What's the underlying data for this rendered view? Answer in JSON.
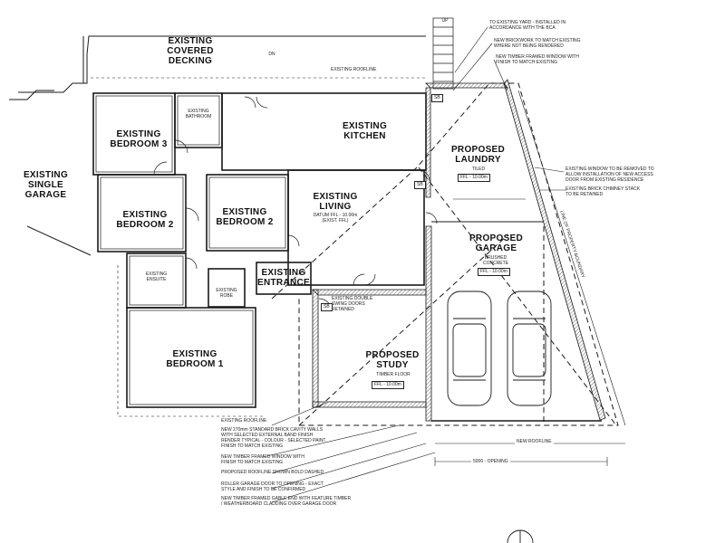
{
  "rooms": {
    "covered_decking": "EXISTING\nCOVERED\nDECKING",
    "single_garage": "EXISTING\nSINGLE\nGARAGE",
    "bedroom3": "EXISTING\nBEDROOM 3",
    "bathroom": "EXISTING\nBATHROOM",
    "kitchen": "EXISTING\nKITCHEN",
    "laundry": "PROPOSED\nLAUNDRY",
    "bedroom2_left": "EXISTING\nBEDROOM 2",
    "bedroom2_right": "EXISTING\nBEDROOM 2",
    "living": "EXISTING\nLIVING",
    "garage": "PROPOSED\nGARAGE",
    "ensuite": "EXISTING\nENSUITE",
    "robe": "EXISTING\nROBE",
    "entrance": "EXISTING\nENTRANCE",
    "study": "PROPOSED\nSTUDY",
    "bedroom1": "EXISTING\nBEDROOM 1"
  },
  "sublabels": {
    "laundry_floor": "TILED",
    "laundry_ffl": "FFL - 10.00m",
    "living_datum": "DATUM FFL - 10.00m\n(EXIST. FFL)",
    "garage_floor": "BRUSHED\nCONCRETE",
    "garage_ffl": "FFL - 10.00m",
    "study_floor": "TIMBER FLOOR",
    "study_ffl": "FFL - 10.00m",
    "dn": "DN",
    "up": "UP",
    "sb1": "SB",
    "sb2": "SB",
    "sb3": "SB",
    "double_doors": "EXISTING DOUBLE\nSWING DOORS\nRETAINED"
  },
  "notes": {
    "top_1": "TO EXISTING YARD - INSTALLED IN\nACCORDANCE WITH THE BCA",
    "top_2": "NEW BRICKWORK TO MATCH EXISTING\nWHERE NOT BEING RENDERED",
    "top_3": "NEW TIMBER FRAMED WINDOW WITH\nFINISH TO MATCH EXISTING",
    "existing_roofline_top": "EXISTING ROOFLINE",
    "right_1": "EXISTING WINDOW TO BE REMOVED TO\nALLOW INSTALLATION OF NEW ACCESS\nDOOR FROM EXISTING RESIDENCE",
    "right_2": "EXISTING BRICK CHIMNEY STACK\nTO BE RETAINED",
    "boundary": "LINE OF PROPERTY BOUNDARY",
    "existing_roofline_bottom": "EXISTING ROOFLINE",
    "bottom_1": "NEW 270mm STANDARD BRICK CAVITY WALLS\nWITH SELECTED EXTERNAL BAND FINISH\nRENDER TYPICAL - COLOUR - SELECTED PAINT\nFINISH TO MATCH EXISTING",
    "bottom_2": "NEW TIMBER FRAMED WINDOW WITH\nFINISH TO MATCH EXISTING",
    "bottom_3": "PROPOSED ROOFLINE SHOWN BOLD DASHED",
    "bottom_4": "ROLLER GARAGE DOOR TO OPENING - EXACT\nSTYLE AND FINISH TO BE CONFIRMED",
    "bottom_5": "NEW TIMBER FRAMED GABLE END WITH FEATURE TIMBER\n/ WEATHERBOARD CLADDING OVER GARAGE DOOR",
    "new_roofline": "NEW ROOFLINE",
    "opening": "5000 - OPENING"
  },
  "colors": {
    "ink": "#1a1a1a",
    "paper": "#ffffff",
    "hatch": "#555555"
  }
}
